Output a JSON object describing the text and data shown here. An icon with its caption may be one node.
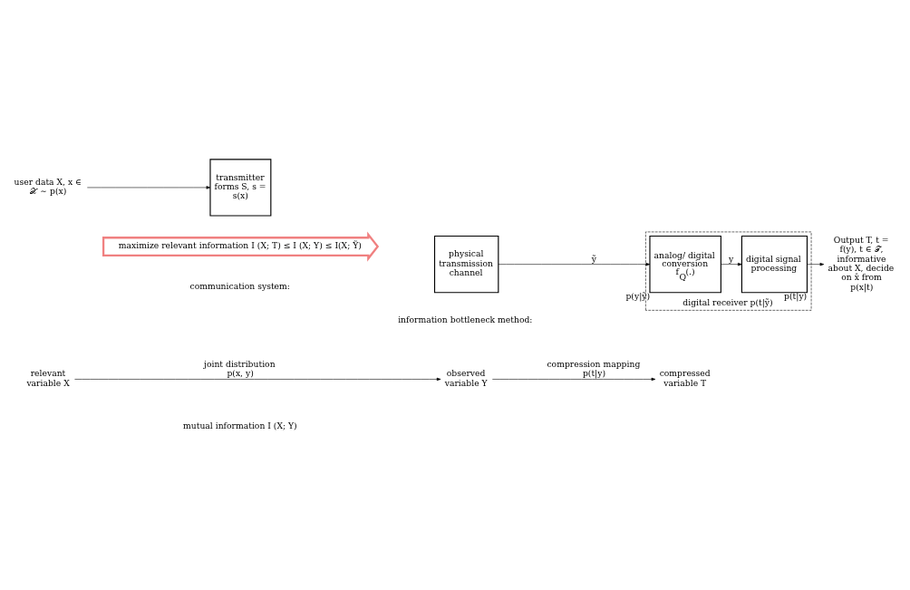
{
  "diagram": {
    "nodes": [
      {
        "text": [
          "relevant variable X"
        ]
      },
      {
        "text": [
          "observed variable Y"
        ]
      },
      {
        "text": [
          "compressed variable T"
        ]
      },
      {
        "text": [
          "user data X, x ∈ 𝒳 ∼ p(x)"
        ]
      },
      {
        "text": [
          "transmitter forms S, s = s(x)"
        ]
      },
      {
        "text": [
          "physical transmission channel"
        ]
      },
      {
        "text": [
          "digital receiver p(t|ỹ)"
        ]
      },
      {
        "text": [
          "analog/ digital conversion f$_{Q}$(.)"
        ],
        "in": 6,
        "beside": [
          "p(y|ỹ)"
        ]
      },
      {
        "text": [
          "digital signal processing"
        ],
        "in": 6,
        "beside": [
          "p(t|y)"
        ]
      },
      {
        "text": [
          "Output T, t = f(y), t ∈ 𝒯, informative about X, decide on x̂ from p(x|t)"
        ]
      },
      {
        "text": [
          "maximize relevant information I (X; T) ≤ I (X; Y) ≤ I(X; Ỹ)"
        ]
      }
    ],
    "edges": [
      {
        "from": 0,
        "to": 1,
        "arrow": "to",
        "label": "joint distribution p(x, y)"
      },
      {
        "from": 1,
        "to": 2,
        "arrow": "to",
        "label": "compression mapping p(t|y)"
      },
      {
        "from": 3,
        "to": 4,
        "arrow": "to"
      },
      {
        "from": 5,
        "to": 7,
        "arrow": "to",
        "label": "ỹ"
      },
      {
        "from": 7,
        "to": 8,
        "arrow": "to",
        "label": "y"
      },
      {
        "from": 8,
        "to": 9,
        "arrow": "to"
      }
    ],
    "labels": [
      "information bottleneck method:",
      "mutual information I (X; Y)",
      "communication system:"
    ]
  }
}
